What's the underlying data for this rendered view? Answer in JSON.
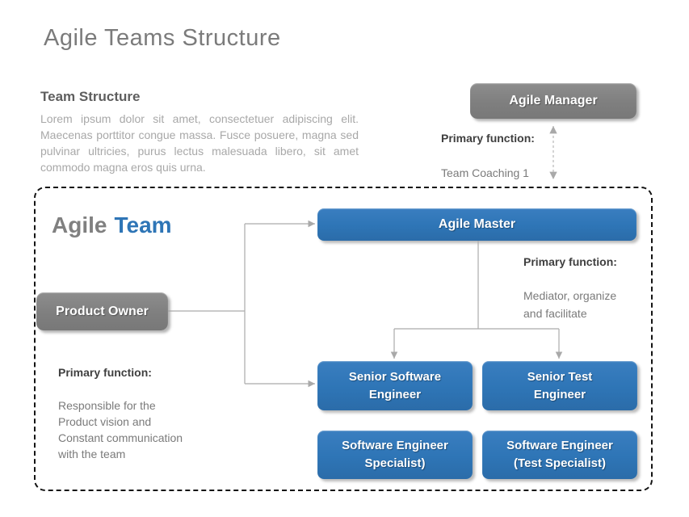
{
  "page": {
    "title": "Agile Teams Structure"
  },
  "intro": {
    "heading": "Team Structure",
    "body": "Lorem ipsum dolor sit amet, consectetuer adipiscing elit. Maecenas porttitor congue massa. Fusce posuere, magna sed pulvinar ultricies, purus lectus malesuada libero, sit amet commodo magna eros quis urna."
  },
  "manager": {
    "box_label": "Agile Manager",
    "function_label": "Primary function:",
    "function_text": "Team Coaching 1"
  },
  "team": {
    "title_word_gray": "Agile",
    "title_word_blue": "Team",
    "product_owner": {
      "box_label": "Product Owner",
      "function_label": "Primary function:",
      "function_text": "Responsible for the\nProduct vision and\nConstant communication\nwith the team"
    },
    "agile_master": {
      "box_label": "Agile Master",
      "function_label": "Primary function:",
      "function_text": "Mediator, organize\nand facilitate"
    },
    "members": [
      {
        "label": "Senior Software\nEngineer"
      },
      {
        "label": "Senior Test\nEngineer"
      },
      {
        "label": "Software Engineer\nSpecialist)"
      },
      {
        "label": "Software Engineer\n(Test Specialist)"
      }
    ]
  },
  "colors": {
    "accent_blue": "#2E75B6",
    "box_gray": "#7F7F7F",
    "connector_gray": "#ABABAB",
    "boundary_black": "#141414",
    "title_gray": "#7B7B7B",
    "body_gray": "#A8A8A8",
    "label_dark": "#3F3F3F"
  }
}
